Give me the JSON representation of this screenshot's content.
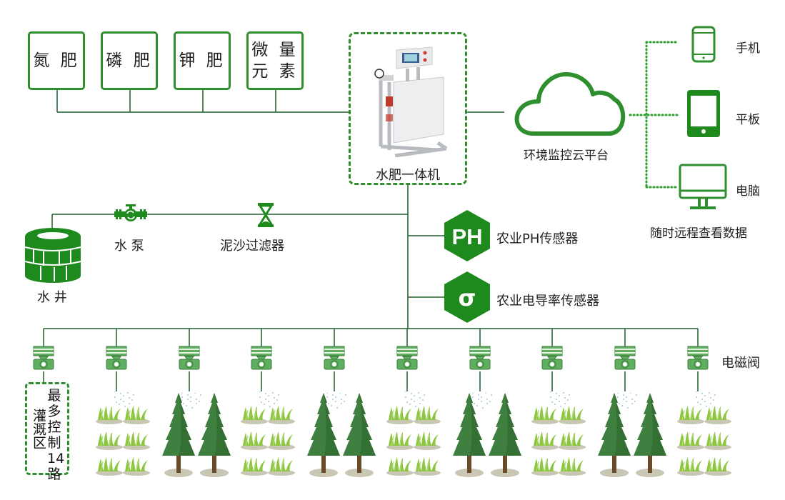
{
  "fertilizers": [
    {
      "label": "氮 肥"
    },
    {
      "label": "磷 肥"
    },
    {
      "label": "钾 肥"
    },
    {
      "label_line1": "微 量",
      "label_line2": "元 素"
    }
  ],
  "machine": {
    "label": "水肥一体机"
  },
  "cloud": {
    "label": "环境监控云平台"
  },
  "devices": [
    {
      "icon": "phone-icon",
      "label": "手机"
    },
    {
      "icon": "tablet-icon",
      "label": "平板"
    },
    {
      "icon": "computer-icon",
      "label": "电脑"
    }
  ],
  "devices_caption": "随时远程查看数据",
  "water_source": {
    "well_label": "水 井",
    "pump_label": "水 泵",
    "filter_label": "泥沙过滤器"
  },
  "sensors": [
    {
      "badge": "PH",
      "label": "农业PH传感器"
    },
    {
      "badge": "σ",
      "label": "农业电导率传感器"
    }
  ],
  "valve_label": "电磁阀",
  "zone_box": {
    "col1": "灌溉区",
    "col2_chars": [
      "最",
      "多",
      "控",
      "制",
      "14",
      "路"
    ]
  },
  "zones": [
    "box",
    "grass",
    "trees",
    "grass",
    "trees",
    "grass",
    "trees",
    "grass",
    "trees",
    "grass"
  ],
  "colors": {
    "line": "#1f5f2a",
    "accent": "#2f8f2f",
    "icon": "#1e8a1e",
    "valve": "#5fae5f",
    "tree": "#3f7f3f",
    "grass": "#8dc63f"
  }
}
